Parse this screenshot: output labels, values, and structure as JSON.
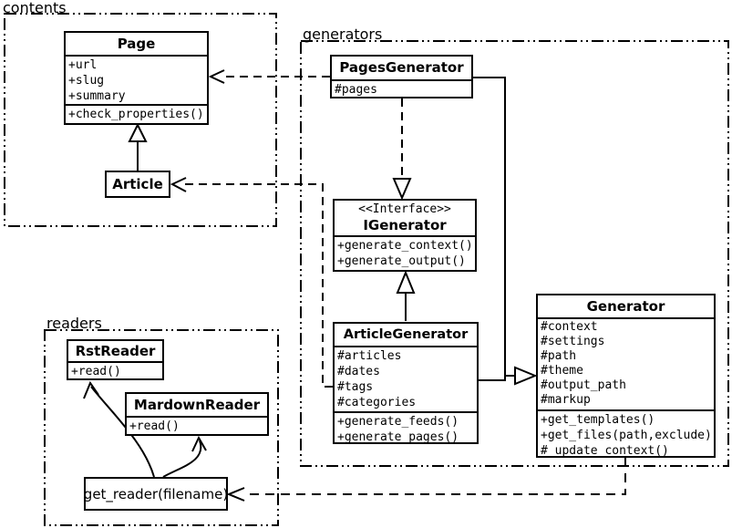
{
  "packages": {
    "contents": {
      "label": "contents"
    },
    "generators": {
      "label": "generators"
    },
    "readers": {
      "label": "readers"
    }
  },
  "classes": {
    "page": {
      "title": "Page",
      "attributes": [
        "+url",
        "+slug",
        "+summary"
      ],
      "methods": [
        "+check_properties()"
      ]
    },
    "article": {
      "title": "Article"
    },
    "pages_generator": {
      "title": "PagesGenerator",
      "attributes": [
        "#pages"
      ]
    },
    "igenerator": {
      "stereotype": "<<Interface>>",
      "title": "IGenerator",
      "methods": [
        "+generate_context()",
        "+generate_output()"
      ]
    },
    "article_generator": {
      "title": "ArticleGenerator",
      "attributes": [
        "#articles",
        "#dates",
        "#tags",
        "#categories"
      ],
      "methods": [
        "+generate_feeds()",
        "+generate_pages()"
      ]
    },
    "generator": {
      "title": "Generator",
      "attributes": [
        "#context",
        "#settings",
        "#path",
        "#theme",
        "#output_path",
        "#markup"
      ],
      "methods": [
        "+get_templates()",
        "+get_files(path,exclude)",
        "#_update_context()"
      ]
    },
    "rst_reader": {
      "title": "RstReader",
      "methods": [
        "+read()"
      ]
    },
    "mardown_reader": {
      "title": "MardownReader",
      "methods": [
        "+read()"
      ]
    },
    "get_reader": {
      "label": "get_reader(filename)"
    }
  },
  "colors": {
    "background": "#ffffff",
    "line": "#000000",
    "text": "#000000"
  }
}
